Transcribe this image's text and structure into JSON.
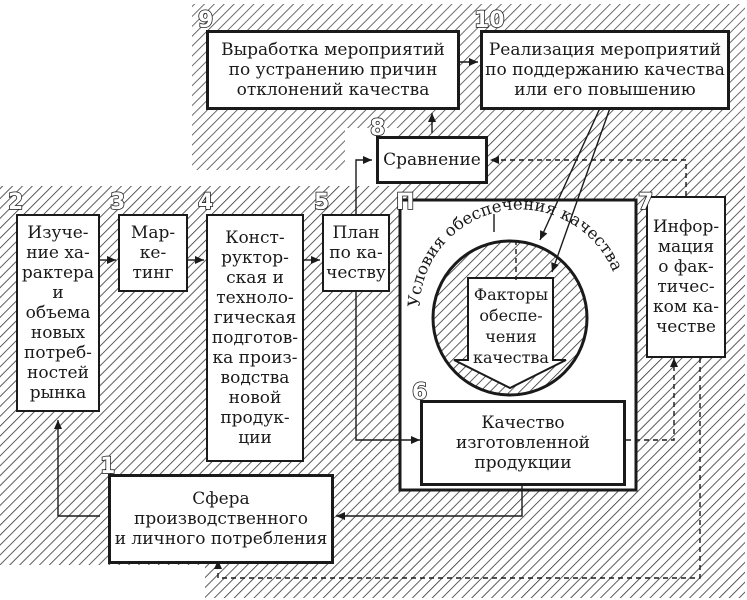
{
  "nodes": {
    "n1": {
      "number": "1",
      "label": "Сфера\nпроизводственного\nи личного потребления"
    },
    "n2": {
      "number": "2",
      "label": "Изуче-\nние ха-\nрактера\nи\nобъема\nновых\nпотреб-\nностей\nрынка"
    },
    "n3": {
      "number": "3",
      "label": "Мар-\nке-\nтинг"
    },
    "n4": {
      "number": "4",
      "label": "Конст-\nруктор-\nская и\nтехноло-\nгическая\nподготов-\nка произ-\nводства\nновой\nпродук-\nции"
    },
    "n5": {
      "number": "5",
      "label": "План\nпо ка-\nчеству"
    },
    "n6": {
      "number": "6",
      "label": "Качество\nизготовленной\nпродукции"
    },
    "n7": {
      "number": "7",
      "label": "Инфор-\nмация\nо фак-\nтичес-\nком ка-\nчестве"
    },
    "n8": {
      "number": "8",
      "label": "Сравнение"
    },
    "n9": {
      "number": "9",
      "label": "Выработка мероприятий\nпо устранению причин\nотклонений качества"
    },
    "n10": {
      "number": "10",
      "label": "Реализация мероприятий\nпо поддержанию качества\nили его повышению"
    }
  },
  "conditions": {
    "marker": "П",
    "arc_label": "Условия обеспечения качества"
  },
  "factors": {
    "label": "Факторы\nобеспе-\nчения\nкачества"
  },
  "colors": {
    "line": "#1a1a1a",
    "hatch": "#333333",
    "background": "#ffffff"
  }
}
